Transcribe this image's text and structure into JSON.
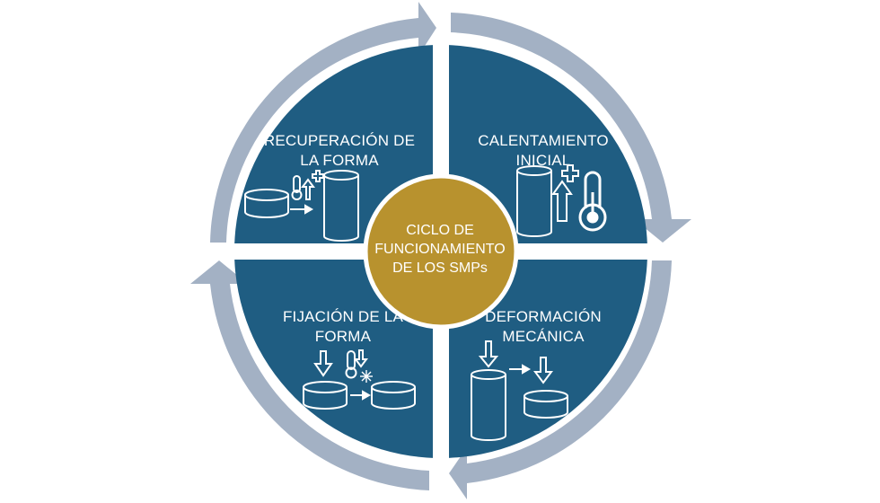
{
  "diagram": {
    "center": {
      "lines": [
        "CICLO DE",
        "FUNCIONAMIENTO",
        "DE LOS SMPs"
      ]
    },
    "quadrants": [
      {
        "id": "top-left",
        "lines": [
          "RECUPERACIÓN DE",
          "LA FORMA"
        ]
      },
      {
        "id": "top-right",
        "lines": [
          "CALENTAMIENTO",
          "INICIAL"
        ]
      },
      {
        "id": "bottom-right",
        "lines": [
          "DEFORMACIÓN",
          "MECÁNICA"
        ]
      },
      {
        "id": "bottom-left",
        "lines": [
          "FIJACIÓN DE LA",
          "FORMA"
        ]
      }
    ],
    "colors": {
      "quadrant": "#1f5d82",
      "ring_arrow": "#a3b1c4",
      "center": "#b8922e",
      "icon": "#ffffff"
    },
    "icons": [
      "cylinder-icon",
      "thermometer-icon",
      "plus-icon",
      "up-arrow-icon",
      "down-arrow-icon",
      "snowflake-icon",
      "right-arrow-icon"
    ]
  }
}
